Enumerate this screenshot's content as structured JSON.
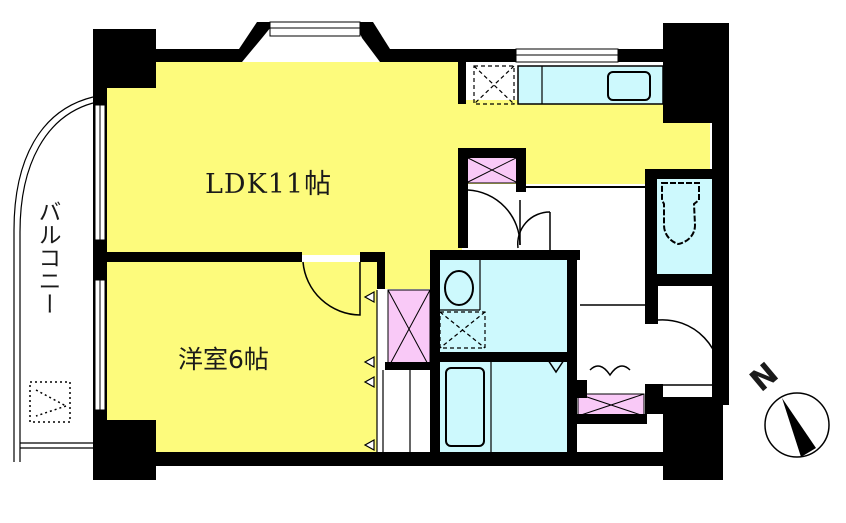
{
  "floor_plan": {
    "rooms": [
      {
        "id": "ldk",
        "label": "LDK11帖",
        "type": "living-dining-kitchen",
        "size_jo": 11,
        "color": "#fdfb7c"
      },
      {
        "id": "western-room",
        "label": "洋室6帖",
        "type": "western-bedroom",
        "size_jo": 6,
        "color": "#fdfb7c"
      },
      {
        "id": "balcony",
        "label": "バルコニー",
        "type": "balcony",
        "color": "#ffffff"
      },
      {
        "id": "bathroom",
        "label": "",
        "type": "bath",
        "color": "#cdf9fd"
      },
      {
        "id": "washroom",
        "label": "",
        "type": "washroom",
        "color": "#cdf9fd"
      },
      {
        "id": "toilet",
        "label": "",
        "type": "toilet",
        "color": "#cdf9fd"
      },
      {
        "id": "kitchen-counter",
        "label": "",
        "type": "kitchen",
        "color": "#cdf9fd"
      }
    ],
    "storage": [
      {
        "id": "closet-bedroom",
        "color": "#f9c9f7"
      },
      {
        "id": "closet-hall",
        "color": "#f9c9f7"
      },
      {
        "id": "shoe-closet",
        "color": "#f9c9f7"
      }
    ],
    "compass": {
      "label": "N",
      "icon": "north-arrow-icon"
    },
    "colors": {
      "wall": "#000000",
      "room_yellow": "#fdfb7c",
      "wet_blue": "#cdf9fd",
      "storage_pink": "#f9c9f7",
      "background": "#ffffff"
    }
  }
}
